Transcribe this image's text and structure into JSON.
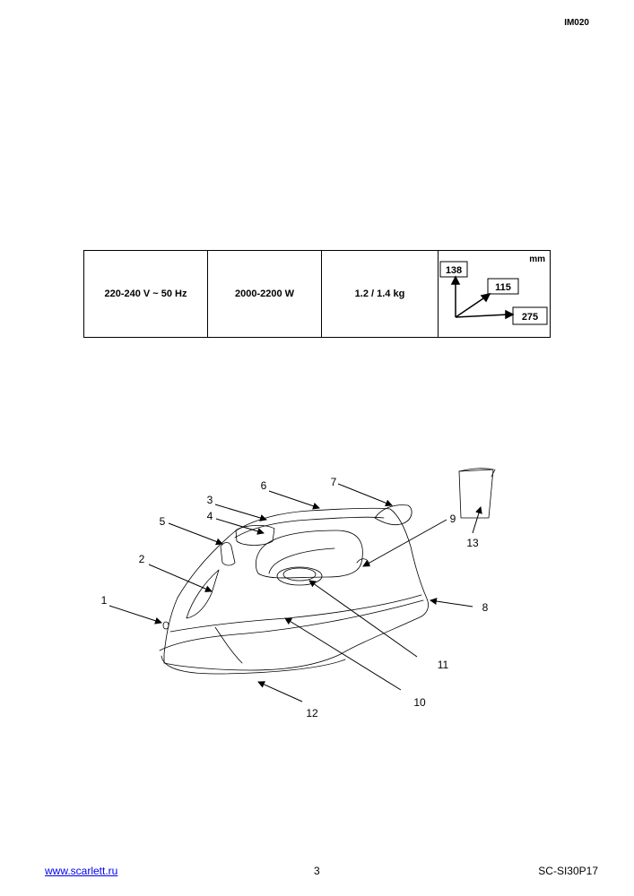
{
  "header": {
    "doc_code": "IM020"
  },
  "specs": {
    "voltage": "220-240 V ~ 50 Hz",
    "power": "2000-2200 W",
    "weight": "1.2 / 1.4 kg",
    "dimensions": {
      "unit": "mm",
      "height": "138",
      "width": "115",
      "length": "275"
    }
  },
  "diagram": {
    "callouts": [
      "1",
      "2",
      "3",
      "4",
      "5",
      "6",
      "7",
      "8",
      "9",
      "10",
      "11",
      "12",
      "13"
    ]
  },
  "footer": {
    "website": "www.scarlett.ru",
    "page_number": "3",
    "model": "SC-SI30P17"
  }
}
